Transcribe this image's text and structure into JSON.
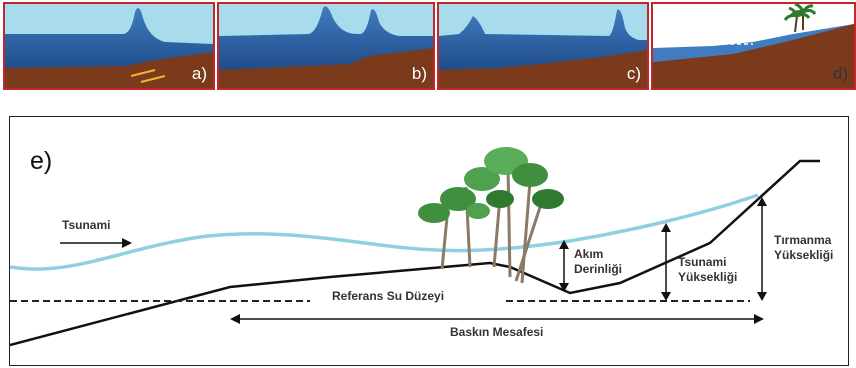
{
  "panels": [
    {
      "letter": "a)"
    },
    {
      "letter": "b)"
    },
    {
      "letter": "c)"
    },
    {
      "letter": "d)"
    }
  ],
  "main": {
    "letter": "e)",
    "labels": {
      "tsunami": "Tsunami",
      "reference_level": "Referans Su Düzeyi",
      "flow_depth": "Akım Derinliği",
      "tsunami_height": "Tsunami Yüksekliği",
      "runup_height": "Tırmanma Yüksekliği",
      "inundation_distance": "Baskın Mesafesi"
    }
  },
  "colors": {
    "panel_border": "#c1272d",
    "sky": "#9fd8ea",
    "sea_dark": "#1f4f8f",
    "sea_mid": "#3f7cc0",
    "seabed": "#7b3a1c",
    "wave_line": "#8fd0e0"
  }
}
